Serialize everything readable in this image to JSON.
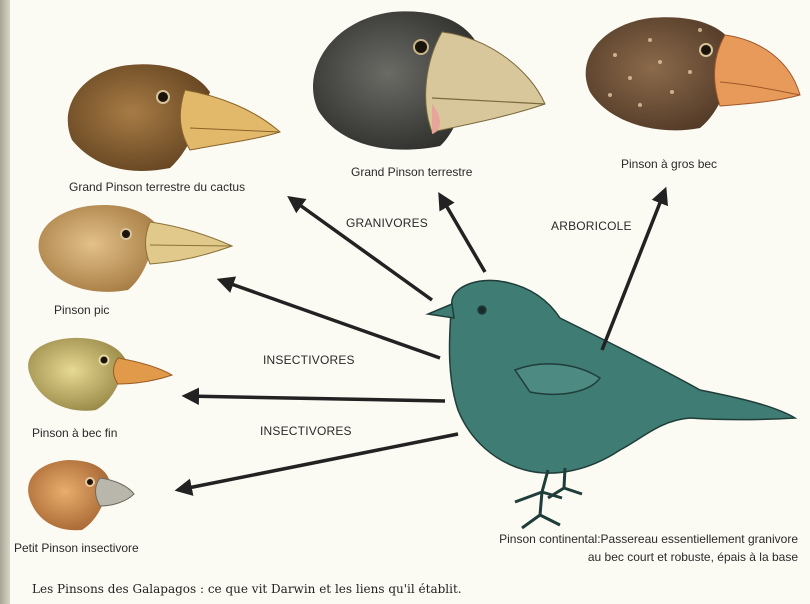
{
  "finches": {
    "cactus_ground": "Grand Pinson terrestre du cactus",
    "large_ground": "Grand Pinson terrestre",
    "large_beak": "Pinson à gros bec",
    "woodpecker": "Pinson pic",
    "fine_beak": "Pinson à bec fin",
    "small_insectivore": "Petit Pinson insectivore"
  },
  "categories": {
    "granivores": "GRANIVORES",
    "arboricole": "ARBORICOLE",
    "insectivores_1": "INSECTIVORES",
    "insectivores_2": "INSECTIVORES"
  },
  "continental": {
    "line1": "Pinson continental:Passereau essentiellement granivore",
    "line2": "au bec court et robuste, épais à la base"
  },
  "caption": "Les Pinsons des Galapagos : ce que vit Darwin et les liens qu'il établit.",
  "colors": {
    "continental_bird": "#3f7c74",
    "arrow": "#222222",
    "paper": "#fbfaf3"
  }
}
